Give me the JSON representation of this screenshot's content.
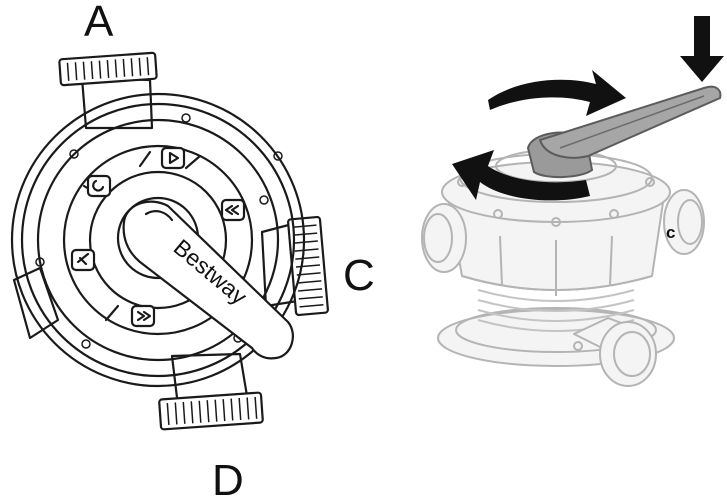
{
  "labels": {
    "port_a": "A",
    "port_c": "C",
    "port_d": "D",
    "port_c_small": "c"
  },
  "brand": "Bestway",
  "icons": {
    "valve_top_view": "multiport-valve-top-icon",
    "valve_perspective_view": "multiport-valve-3d-icon",
    "press_arrow": "arrow-down-icon",
    "rotate_arrows": "rotate-arrows-icon"
  },
  "colors": {
    "line": "#1a1a1a",
    "faded": "#b4b4b4",
    "handle_fill": "#9a9a9a",
    "arrow_fill": "#111111"
  }
}
